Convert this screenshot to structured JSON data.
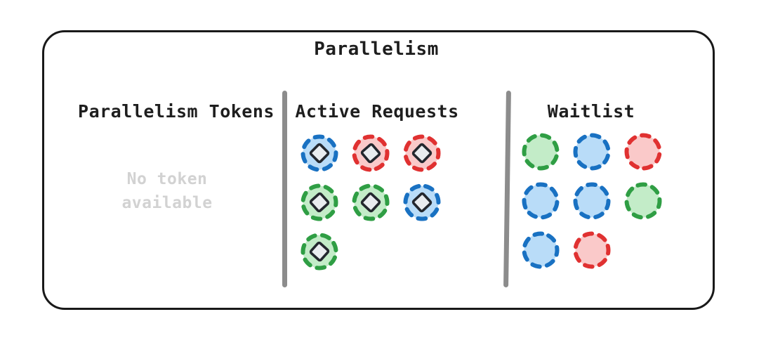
{
  "title": "Parallelism",
  "palette": {
    "frame_border": "#191919",
    "divider": "#8c8c8c",
    "muted_text": "#d2d2d2",
    "heading_text": "#1e1e1e",
    "token_colors": {
      "blue": {
        "stroke": "#1971c2",
        "fill": "#b9dcf8"
      },
      "red": {
        "stroke": "#e03131",
        "fill": "#fac9c9"
      },
      "green": {
        "stroke": "#2f9e44",
        "fill": "#c3ecc8"
      }
    },
    "diamond_stroke": "#23272e",
    "diamond_fill": "#e9ecef"
  },
  "sections": {
    "tokens": {
      "heading": "Parallelism Tokens",
      "empty_lines": [
        "No token",
        "available"
      ]
    },
    "active": {
      "heading": "Active Requests",
      "has_token_diamond": true,
      "rows": [
        [
          "blue",
          "red",
          "red"
        ],
        [
          "green",
          "green",
          "blue"
        ],
        [
          "green"
        ]
      ]
    },
    "waitlist": {
      "heading": "Waitlist",
      "has_token_diamond": false,
      "rows": [
        [
          "green",
          "blue",
          "red"
        ],
        [
          "blue",
          "blue",
          "green"
        ],
        [
          "blue",
          "red"
        ]
      ]
    }
  }
}
